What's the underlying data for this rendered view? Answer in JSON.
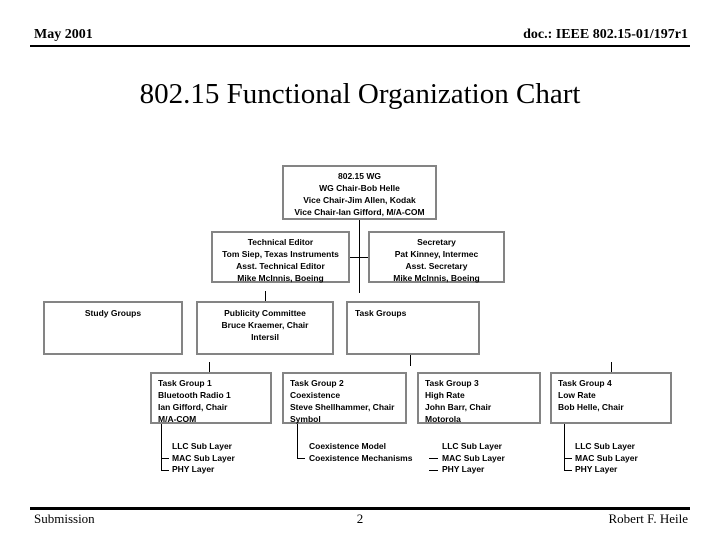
{
  "header": {
    "date": "May 2001",
    "doc_id": "doc.: IEEE 802.15-01/197r1"
  },
  "title": "802.15 Functional Organization Chart",
  "org_chart": {
    "wg": {
      "lines": [
        "802.15 WG",
        "WG Chair-Bob Helle",
        "Vice Chair-Jim Allen, Kodak",
        "Vice Chair-Ian Gifford, M/A-COM"
      ]
    },
    "technical_editor": {
      "lines": [
        "Technical Editor",
        "Tom Siep, Texas Instruments",
        "Asst. Technical Editor",
        "Mike McInnis, Boeing"
      ]
    },
    "secretary": {
      "lines": [
        "Secretary",
        "Pat Kinney, Intermec",
        "Asst. Secretary",
        "Mike McInnis, Boeing"
      ]
    },
    "study_groups": {
      "lines": [
        "Study Groups"
      ]
    },
    "publicity": {
      "lines": [
        "Publicity Committee",
        "Bruce Kraemer, Chair",
        "Intersil"
      ]
    },
    "task_groups": {
      "lines": [
        "Task Groups"
      ]
    },
    "tg1": {
      "lines": [
        "Task Group 1",
        "Bluetooth Radio 1",
        "Ian Gifford, Chair",
        "M/A-COM"
      ],
      "sub": [
        "LLC Sub Layer",
        "MAC Sub Layer",
        "PHY Layer"
      ]
    },
    "tg2": {
      "lines": [
        "Task Group 2",
        "Coexistence",
        "Steve Shellhammer, Chair",
        "Symbol"
      ],
      "sub": [
        "Coexistence Model",
        "Coexistence Mechanisms"
      ]
    },
    "tg3": {
      "lines": [
        "Task Group 3",
        "High Rate",
        "John Barr, Chair",
        "Motorola"
      ],
      "sub": [
        "LLC Sub Layer",
        "MAC Sub Layer",
        "PHY Layer"
      ]
    },
    "tg4": {
      "lines": [
        "Task Group 4",
        "Low Rate",
        "Bob Helle, Chair"
      ],
      "sub": [
        "LLC Sub Layer",
        "MAC Sub Layer",
        "PHY Layer"
      ]
    }
  },
  "footer": {
    "left": "Submission",
    "page_number": "2",
    "right": "Robert F. Heile"
  },
  "colors": {
    "box_border": "#848484",
    "connector": "#000000",
    "text": "#000000",
    "background": "#ffffff"
  }
}
